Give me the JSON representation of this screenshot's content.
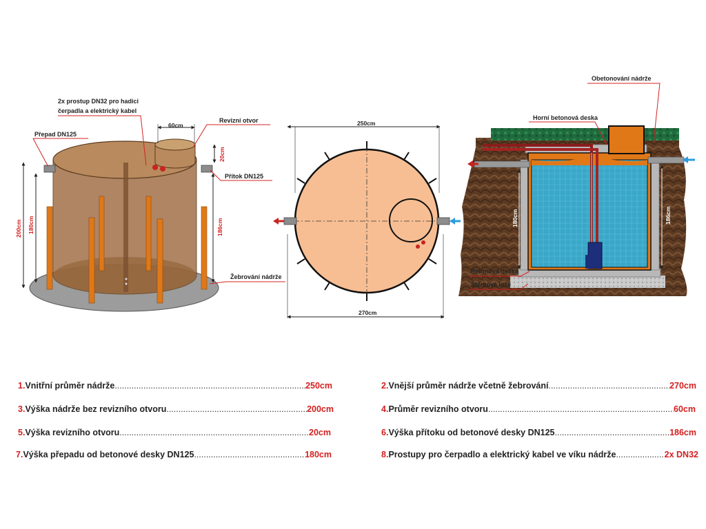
{
  "left_view": {
    "label_pipes": [
      "2x prostup DN32 pro hadici",
      "čerpadla a elektrický kabel"
    ],
    "label_revision": "Revizní otvor",
    "label_overflow": "Přepad DN125",
    "label_inflow": "Přítok DN125",
    "label_ribs": "Žebrování nádrže",
    "dim_60": "60cm",
    "dim_20": "20cm",
    "dim_200": "200cm",
    "dim_180": "180cm",
    "dim_186": "186cm"
  },
  "top_view": {
    "dim_250": "250cm",
    "dim_270": "270cm"
  },
  "section_view": {
    "label_concrete_cover": "Obetonování nádrže",
    "label_top_slab": "Horní betonová deska",
    "label_base_slab": "Betonová deska",
    "label_gravel": "Štěrkové lože",
    "dim_180": "180cm",
    "dim_186": "186cm"
  },
  "specs": [
    {
      "num": "1.",
      "label": "Vnitřní průměr nádrže",
      "value": "250cm"
    },
    {
      "num": "2.",
      "label": "Vnější průměr nádrže včetně žebrování",
      "value": "270cm"
    },
    {
      "num": "3.",
      "label": "Výška nádrže bez revizního otvoru",
      "value": "200cm"
    },
    {
      "num": "4.",
      "label": "Průměr revizního otvoru",
      "value": "60cm"
    },
    {
      "num": "5.",
      "label": "Výška revizního otvoru",
      "value": "20cm"
    },
    {
      "num": "6.",
      "label": "Výška přítoku od betonové desky DN125",
      "value": "186cm"
    },
    {
      "num": "7.",
      "label": "Výška přepadu od betonové desky DN125",
      "value": "180cm"
    },
    {
      "num": "8.",
      "label": "Prostupy pro čerpadlo a elektrický kabel ve víku nádrže",
      "value": "2x DN32"
    }
  ],
  "colors": {
    "tank_brown": "#8a5a2b",
    "ribs_orange": "#e07818",
    "water_blue": "#3aa7c8",
    "accent_red": "#d42020"
  }
}
